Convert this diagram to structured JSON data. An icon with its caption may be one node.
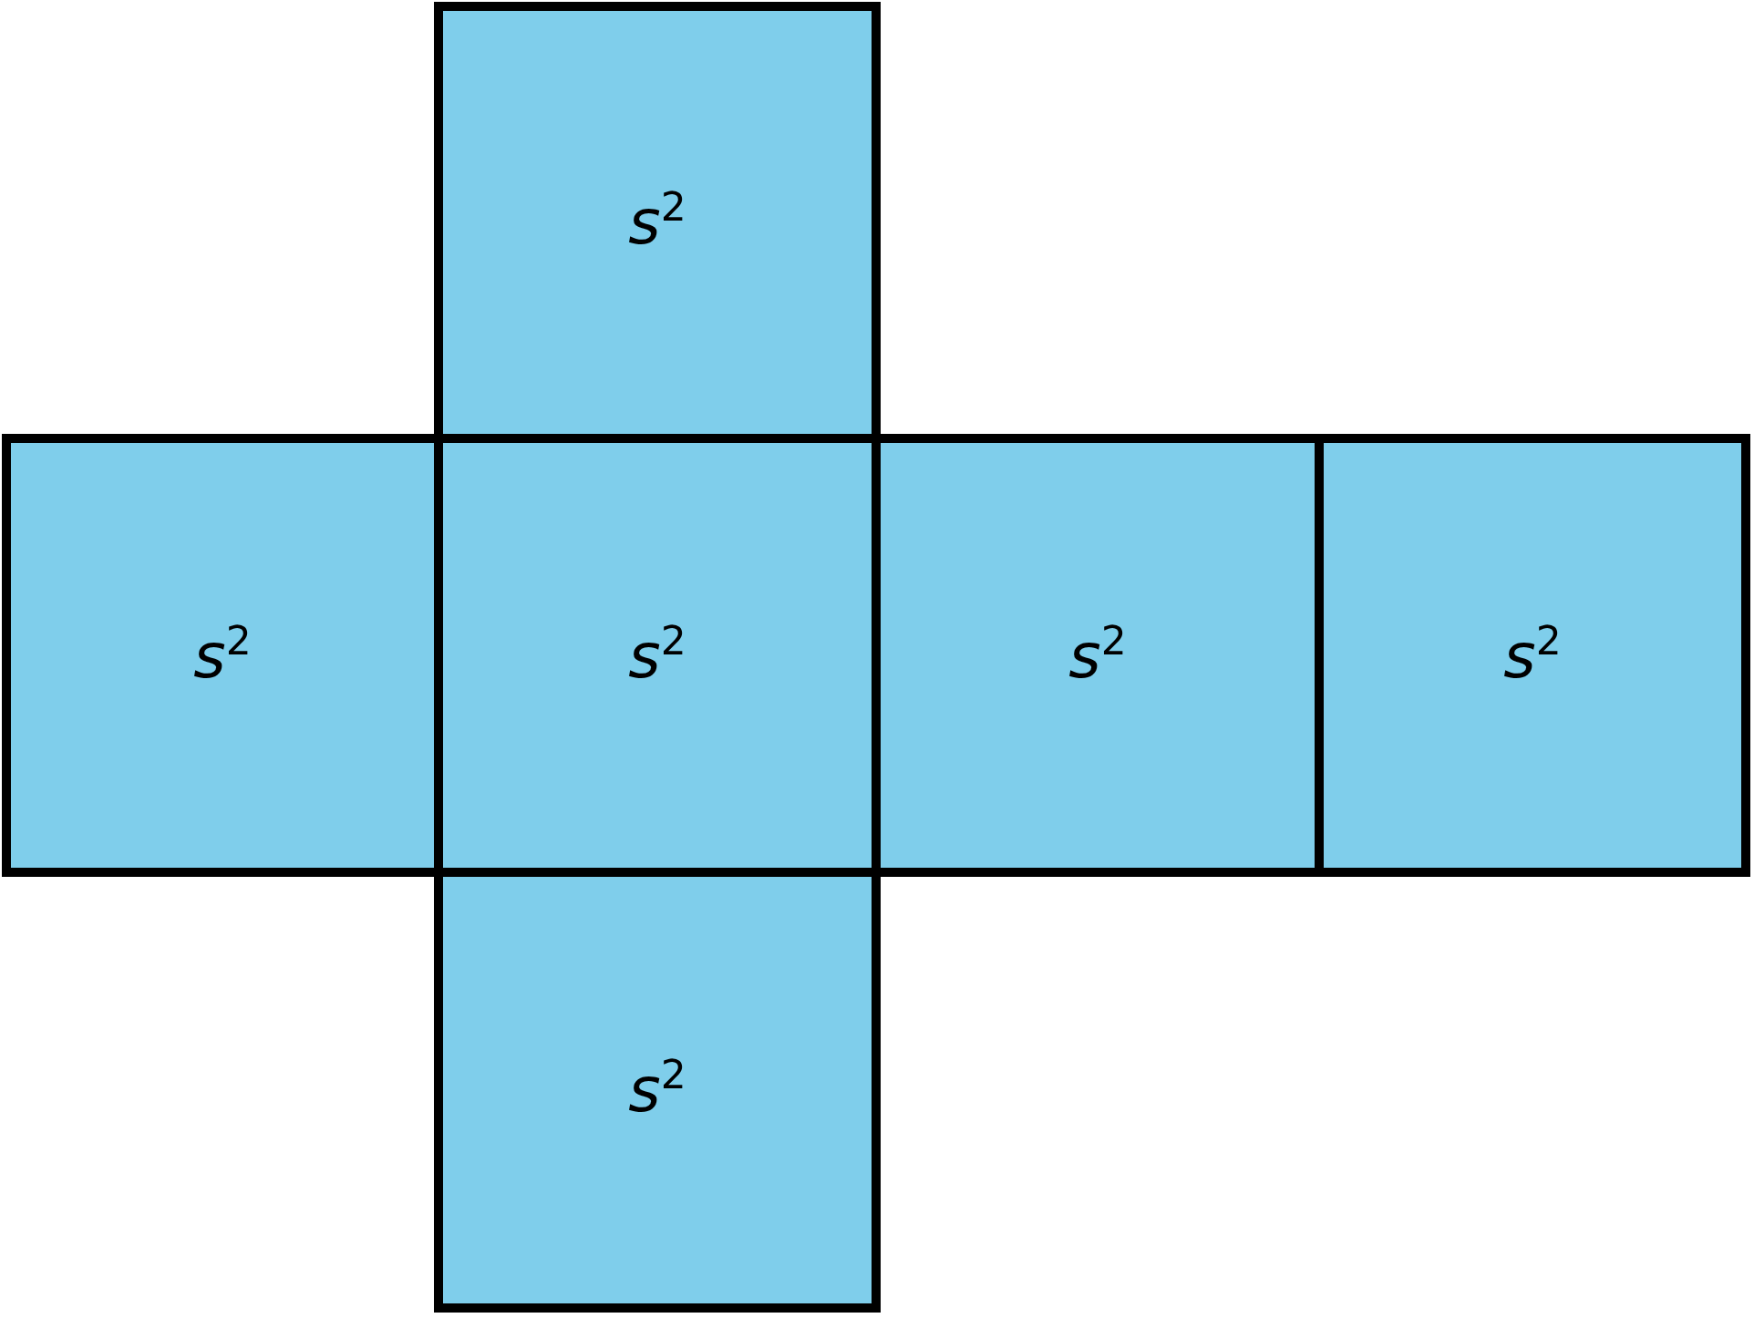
{
  "diagram": {
    "nodes": [
      {
        "text": [
          "*s*$^{2}$"
        ]
      },
      {
        "text": [
          "*s*$^{2}$"
        ]
      },
      {
        "text": [
          "*s*$^{2}$"
        ]
      },
      {
        "text": [
          "*s*$^{2}$"
        ]
      },
      {
        "text": [
          "*s*$^{2}$"
        ]
      },
      {
        "text": [
          "*s*$^{2}$"
        ]
      }
    ]
  }
}
